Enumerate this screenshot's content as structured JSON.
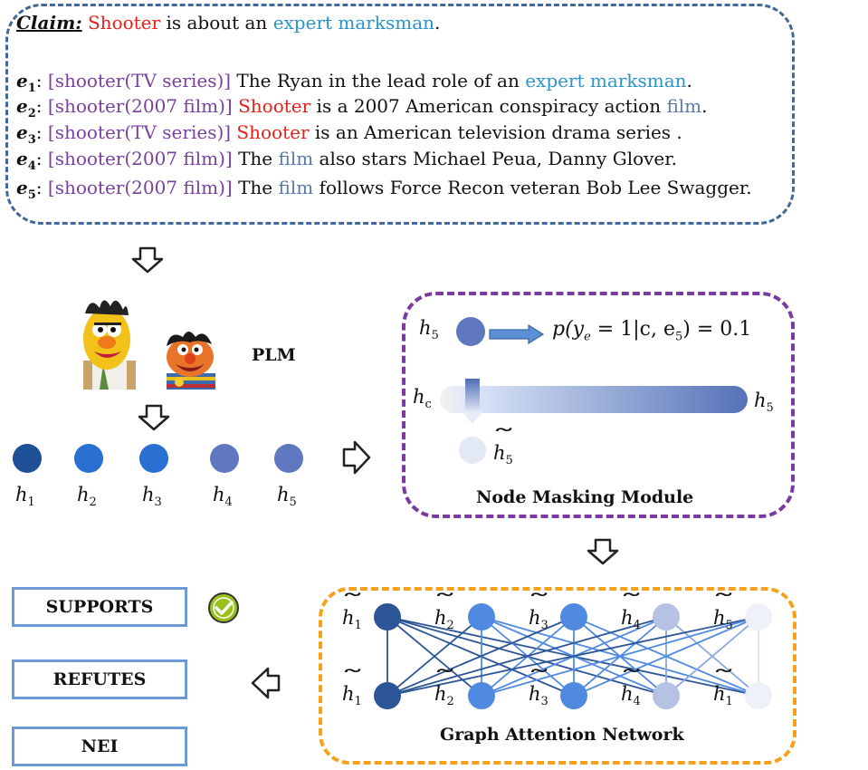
{
  "claim": {
    "label": "Claim:",
    "entity": "Shooter",
    "middle": " is about an ",
    "phrase": "expert marksman",
    "end": "."
  },
  "evidence": [
    {
      "sub": "1",
      "tag": "[shooter(TV series)]",
      "parts": [
        {
          "t": " The Ryan in the lead role of an ",
          "c": ""
        },
        {
          "t": "expert marksman",
          "c": "teal"
        },
        {
          "t": ".",
          "c": ""
        }
      ]
    },
    {
      "sub": "2",
      "tag": "[shooter(2007 film)]",
      "parts": [
        {
          "t": " ",
          "c": ""
        },
        {
          "t": "Shooter",
          "c": "red"
        },
        {
          "t": " is a 2007 American conspiracy action ",
          "c": ""
        },
        {
          "t": "film",
          "c": "slate"
        },
        {
          "t": ".",
          "c": ""
        }
      ]
    },
    {
      "sub": "3",
      "tag": "[shooter(TV series)]",
      "parts": [
        {
          "t": " ",
          "c": ""
        },
        {
          "t": "Shooter",
          "c": "red"
        },
        {
          "t": " is an American television drama series .",
          "c": ""
        }
      ]
    },
    {
      "sub": "4",
      "tag": "[shooter(2007 film)]",
      "parts": [
        {
          "t": " The ",
          "c": ""
        },
        {
          "t": "film",
          "c": "slate"
        },
        {
          "t": " also stars Michael Peua, Danny Glover.",
          "c": ""
        }
      ]
    },
    {
      "sub": "5",
      "tag": "[shooter(2007 film)]",
      "parts": [
        {
          "t": " The ",
          "c": ""
        },
        {
          "t": "film",
          "c": "slate"
        },
        {
          "t": " follows Force Recon veteran Bob Lee Swagger.",
          "c": ""
        }
      ]
    }
  ],
  "plm_label": "PLM",
  "hidden_nodes": [
    {
      "label": "h",
      "sub": "1",
      "color": "#1f4f96"
    },
    {
      "label": "h",
      "sub": "2",
      "color": "#2a6fd2"
    },
    {
      "label": "h",
      "sub": "3",
      "color": "#2a6fd2"
    },
    {
      "label": "h",
      "sub": "4",
      "color": "#6078bf"
    },
    {
      "label": "h",
      "sub": "5",
      "color": "#6078bf"
    }
  ],
  "node_masking": {
    "title": "Node Masking Module",
    "h5_label": "h",
    "h5_sub": "5",
    "hc_label": "h",
    "hc_sub": "c",
    "right_label": "h",
    "right_sub": "5",
    "tilde_label": "h",
    "tilde_sub": "5",
    "prob": "p(y",
    "prob_sub": "e",
    "prob_rest": " = 1|c, e",
    "prob_sub2": "5",
    "prob_end": ") = 0.1"
  },
  "gat": {
    "title": "Graph Attention Network",
    "top_labels": [
      {
        "l": "h",
        "s": "1"
      },
      {
        "l": "h",
        "s": "2"
      },
      {
        "l": "h",
        "s": "3"
      },
      {
        "l": "h",
        "s": "4"
      },
      {
        "l": "h",
        "s": "5"
      }
    ],
    "bottom_labels": [
      {
        "l": "h",
        "s": "1"
      },
      {
        "l": "h",
        "s": "2"
      },
      {
        "l": "h",
        "s": "3"
      },
      {
        "l": "h",
        "s": "4"
      },
      {
        "l": "h",
        "s": "1"
      }
    ],
    "node_colors": [
      "#2b5597",
      "#4f8ae0",
      "#4f8ae0",
      "#b6c2e3",
      "#eef1f8"
    ]
  },
  "outputs": [
    "SUPPORTS",
    "REFUTES",
    "NEI"
  ],
  "colors": {
    "claim_border": "#41689a",
    "masking_border": "#7a3aa0",
    "gat_border": "#f5a21a",
    "check": "#9ac01e"
  }
}
